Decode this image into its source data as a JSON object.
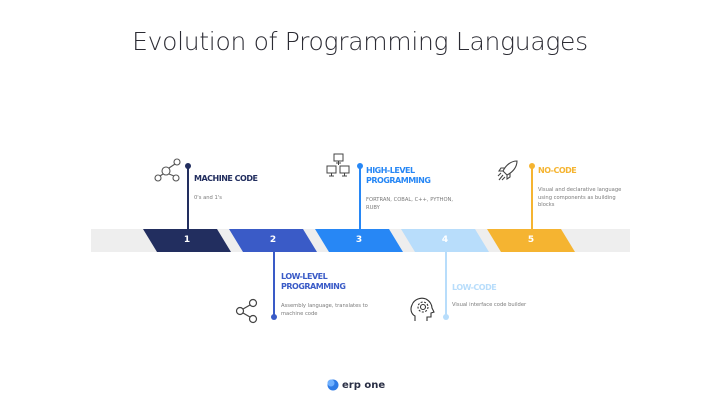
{
  "slide": {
    "title": "Evolution of Programming Languages"
  },
  "timeline": {
    "band_color": "#eeeeee",
    "steps": [
      {
        "number": "1",
        "color": "#222e5f",
        "label": "MACHINE CODE",
        "label_line2": "",
        "description": "0's and 1's",
        "icon": "molecule-icon",
        "position": "above"
      },
      {
        "number": "2",
        "color": "#3a5bc7",
        "label": "LOW-LEVEL",
        "label_line2": "PROGRAMMING",
        "description": "Assembly language, translates to machine code",
        "icon": "share-icon",
        "position": "below"
      },
      {
        "number": "3",
        "color": "#2787f5",
        "label": "HIGH-LEVEL",
        "label_line2": "PROGRAMMING",
        "description": "FORTRAN, COBAL, C++, PYTHON, RUBY",
        "icon": "network-computers-icon",
        "position": "above"
      },
      {
        "number": "4",
        "color": "#b8ddfb",
        "label": "LOW-CODE",
        "label_line2": "",
        "description": "Visual interface code builder",
        "icon": "head-gear-icon",
        "position": "below"
      },
      {
        "number": "5",
        "color": "#f5b431",
        "label": "NO-CODE",
        "label_line2": "",
        "description": "Visual and declarative language using components as building blocks",
        "icon": "rocket-icon",
        "position": "above"
      }
    ]
  },
  "footer": {
    "logo_text": "erp one",
    "logo_color": "#2f7be5"
  }
}
